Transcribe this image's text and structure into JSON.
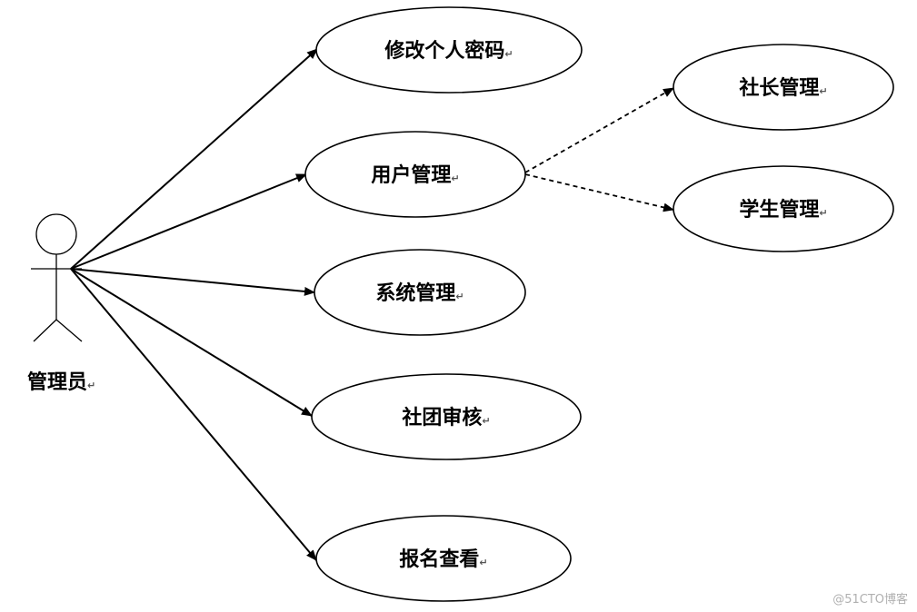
{
  "actor": {
    "label": "管理员"
  },
  "use_cases": {
    "change_password": "修改个人密码",
    "user_management": "用户管理",
    "system_management": "系统管理",
    "club_review": "社团审核",
    "signup_view": "报名查看",
    "president_management": "社长管理",
    "student_management": "学生管理"
  },
  "paragraph_mark": "↵",
  "watermark": "@51CTO博客"
}
